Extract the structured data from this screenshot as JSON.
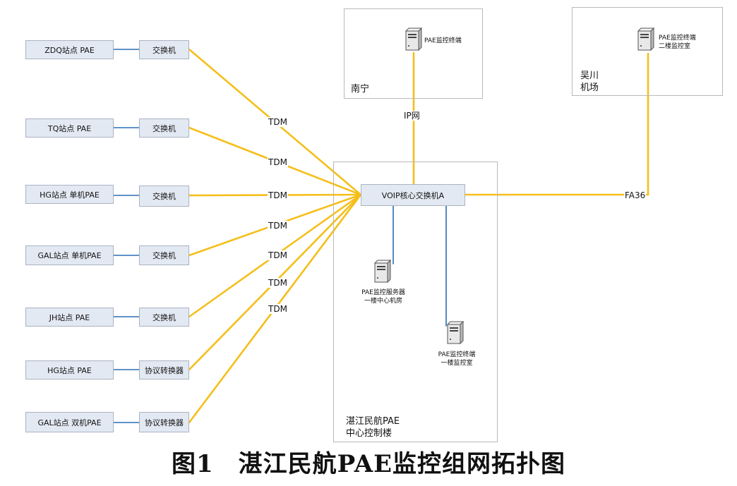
{
  "colors": {
    "tdm_link": "#f5bf1a",
    "lan_link": "#2c6fb5",
    "box_fill": "#e3e9f3"
  },
  "stations": [
    {
      "name": "ZDQ站点 PAE",
      "device": "交换机",
      "link": "TDM"
    },
    {
      "name": "TQ站点 PAE",
      "device": "交换机",
      "link": "TDM"
    },
    {
      "name": "HG站点 单机PAE",
      "device": "交换机",
      "link": "TDM"
    },
    {
      "name": "GAL站点 单机PAE",
      "device": "交换机",
      "link": "TDM"
    },
    {
      "name": "JH站点 PAE",
      "device": "交换机",
      "link": "TDM"
    },
    {
      "name": "HG站点 PAE",
      "device": "协议转换器",
      "link": "TDM"
    },
    {
      "name": "GAL站点 双机PAE",
      "device": "协议转换器",
      "link": "TDM"
    }
  ],
  "core": {
    "switch_label": "VOIP核心交换机A",
    "region_label": "湛江民航PAE\n中心控制楼",
    "servers": [
      {
        "label": "PAE监控服务器\n一楼中心机房",
        "icon": "server-icon"
      },
      {
        "label": "PAE监控终端\n一楼监控室",
        "icon": "server-icon"
      }
    ]
  },
  "remote_sites": [
    {
      "region_label": "南宁",
      "terminal_label": "PAE监控终端",
      "link_label": "IP网",
      "icon": "server-icon"
    },
    {
      "region_label": "吴川\n机场",
      "terminal_label": "PAE监控终端\n二楼监控室",
      "link_label": "FA36",
      "icon": "server-icon"
    }
  ],
  "caption": "图1　湛江民航PAE监控组网拓扑图"
}
